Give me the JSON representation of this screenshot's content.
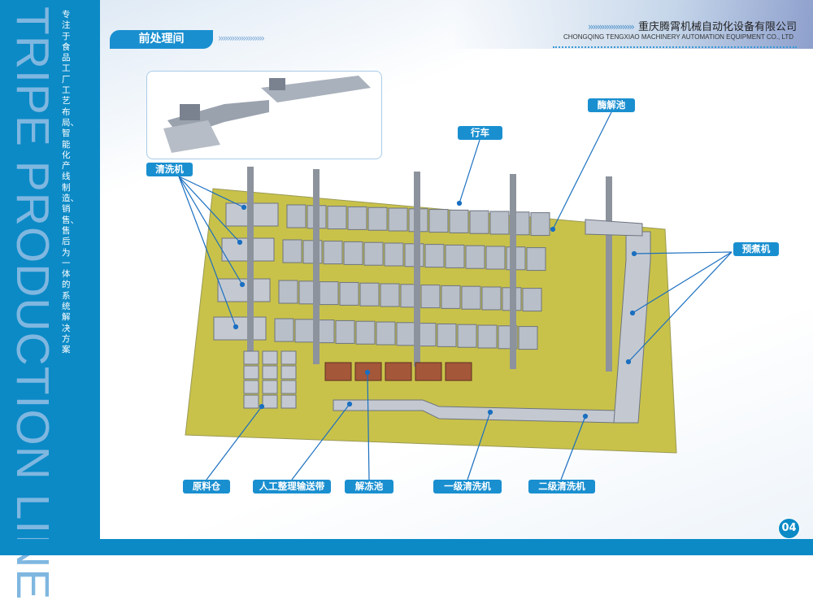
{
  "sidebar": {
    "big_title": "TRIPE PRODUCTION LINE",
    "slogan": "专注于食品工厂工艺布局、智能化产线制造、销售、售后为一体的系统解决方案"
  },
  "header": {
    "company_cn": "重庆腾霄机械自动化设备有限公司",
    "company_en": "CHONGQING TENGXIAO MACHINERY AUTOMATION EQUIPMENT CO., LTD",
    "chevrons": "››››››››››››››››››››",
    "section_title": "前处理间"
  },
  "labels": {
    "washer": "清洗机",
    "crane": "行车",
    "enzyme_tank": "酶解池",
    "precooker": "预煮机",
    "raw_bin": "原料仓",
    "sorting_conveyor": "人工整理输送带",
    "thaw_tank": "解冻池",
    "primary_washer": "一级清洗机",
    "secondary_washer": "二级清洗机"
  },
  "page_number": "04",
  "colors": {
    "brand_blue": "#0b8ac6",
    "label_blue": "#1a8fd0",
    "floor_yellow": "#c9c24a"
  }
}
